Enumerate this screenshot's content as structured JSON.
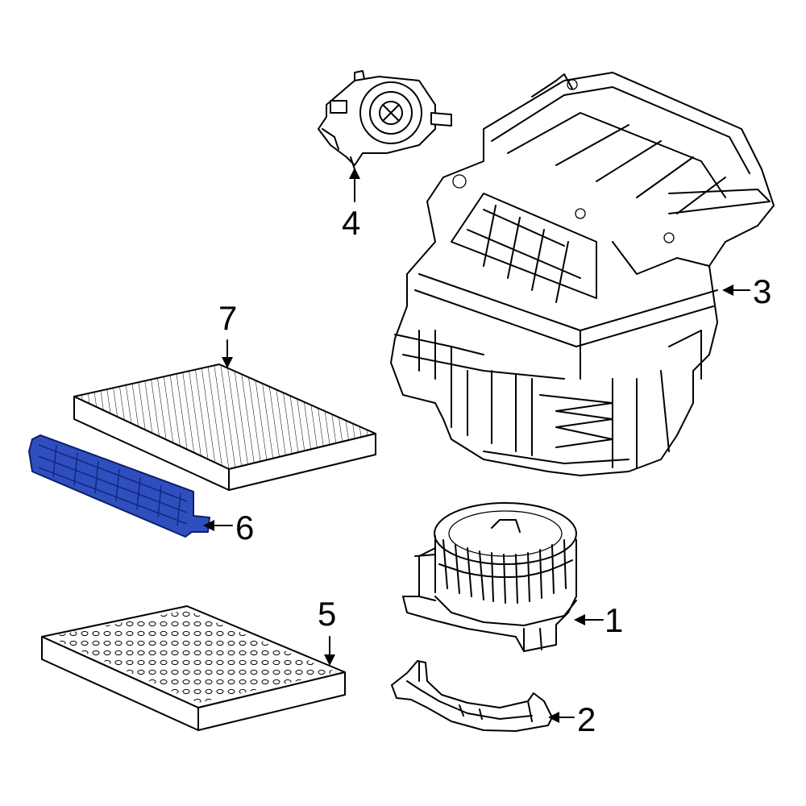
{
  "callouts": {
    "c1": "1",
    "c2": "2",
    "c3": "3",
    "c4": "4",
    "c5": "5",
    "c6": "6",
    "c7": "7"
  },
  "colors": {
    "highlight": "#2f4fbf",
    "line": "#000000",
    "background": "#ffffff"
  }
}
